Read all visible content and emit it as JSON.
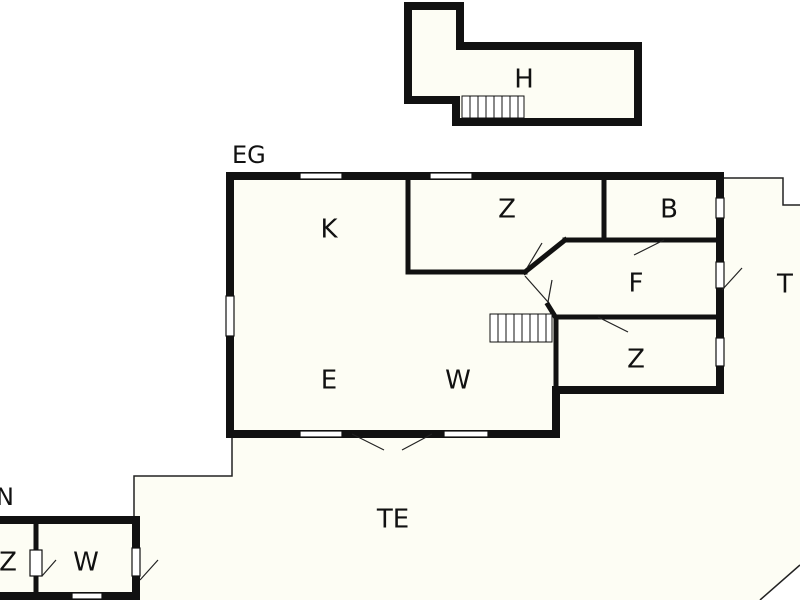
{
  "levels": {
    "ground": "EG",
    "left_cut": "N"
  },
  "rooms": {
    "upper": "H",
    "kitchen": "K",
    "bedroom_top": "Z",
    "bath": "B",
    "hall": "F",
    "bedroom_right": "Z",
    "living_e": "E",
    "living_w": "W",
    "terrace_bottom": "TE",
    "terrace_right": "T",
    "annex_z": "Z",
    "annex_w": "W"
  }
}
